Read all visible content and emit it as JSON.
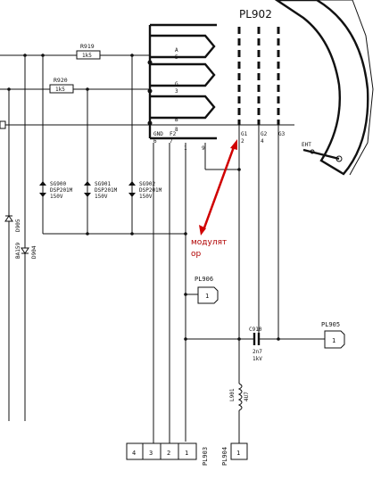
{
  "connector_main": {
    "name": "PL902",
    "pins_left": [
      "A",
      "5",
      "G",
      "3",
      "B",
      "8"
    ],
    "pins_bottom": [
      "GND\n6",
      "F2\n7",
      "G1\n2",
      "G2\n4",
      "G3"
    ]
  },
  "resistors": [
    {
      "ref": "R919",
      "value": "1k5"
    },
    {
      "ref": "R920",
      "value": "1k5"
    }
  ],
  "sparkgaps": [
    {
      "ref": "SG900",
      "type": "DSP201M",
      "volt": "150V"
    },
    {
      "ref": "SG901",
      "type": "DSP201M",
      "volt": "150V"
    },
    {
      "ref": "SG902",
      "type": "DSP201M",
      "volt": "150V"
    }
  ],
  "diodes": [
    {
      "ref": "D905"
    },
    {
      "ref": "BA159"
    },
    {
      "ref": "D904"
    }
  ],
  "annotation": {
    "line1": "модулят",
    "line2": "ор"
  },
  "pl906": {
    "name": "PL906",
    "pin": "1"
  },
  "pl905": {
    "name": "PL905",
    "pin": "1"
  },
  "pl903": {
    "name": "PL903",
    "pins": [
      "4",
      "3",
      "2",
      "1"
    ]
  },
  "pl904": {
    "name": "PL904",
    "pin": "1"
  },
  "c910": {
    "ref": "C910",
    "value": "2n7",
    "rating": "1kV"
  },
  "l901": {
    "ref": "L901",
    "value": "4U7"
  },
  "eht": "EHT",
  "small_pins": {
    "p1": "1",
    "p9": "9"
  }
}
